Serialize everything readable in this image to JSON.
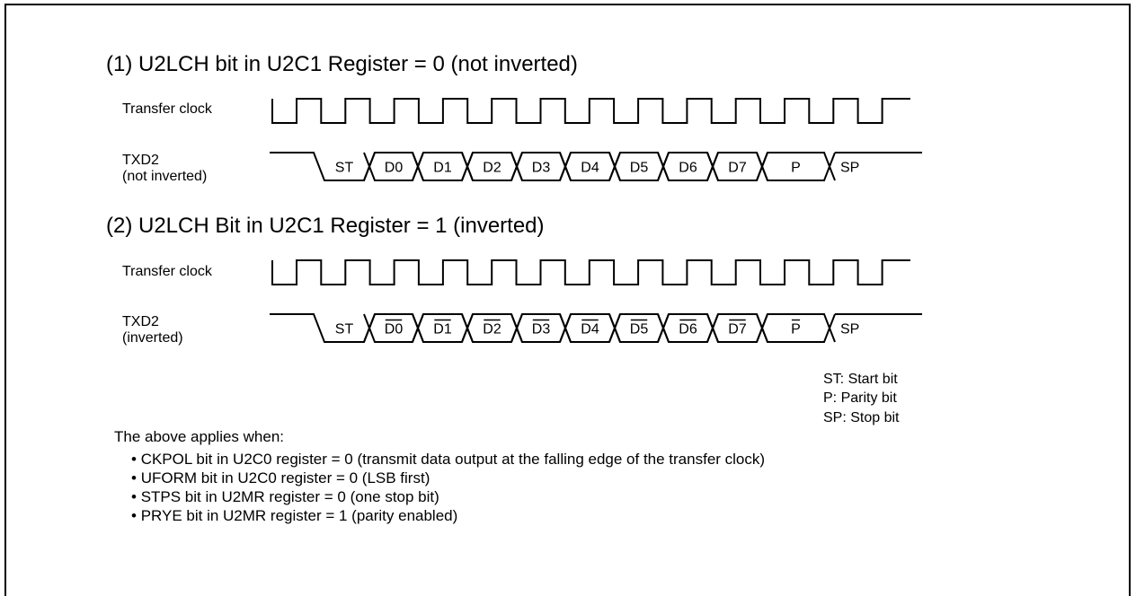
{
  "section1": {
    "heading": "(1) U2LCH bit in U2C1 Register = 0 (not inverted)",
    "clock_label": "Transfer clock",
    "data_label_line1": "TXD2",
    "data_label_line2": "(not inverted)",
    "bits": [
      "ST",
      "D0",
      "D1",
      "D2",
      "D3",
      "D4",
      "D5",
      "D6",
      "D7",
      "P",
      "SP"
    ]
  },
  "section2": {
    "heading": "(2) U2LCH Bit in U2C1 Register = 1 (inverted)",
    "clock_label": "Transfer clock",
    "data_label_line1": "TXD2",
    "data_label_line2": "(inverted)",
    "bits": [
      "ST",
      "D0",
      "D1",
      "D2",
      "D3",
      "D4",
      "D5",
      "D6",
      "D7",
      "P",
      "SP"
    ],
    "overlined_bits": [
      "D0",
      "D1",
      "D2",
      "D3",
      "D4",
      "D5",
      "D6",
      "D7",
      "P"
    ]
  },
  "legend": {
    "items": [
      "ST: Start bit",
      "P: Parity bit",
      "SP: Stop bit"
    ]
  },
  "conditions": {
    "intro": "The above applies when:",
    "items": [
      "CKPOL bit in U2C0 register = 0 (transmit data output at the falling edge of the transfer clock)",
      "UFORM bit in U2C0 register = 0 (LSB first)",
      "STPS bit in U2MR register = 0 (one stop bit)",
      "PRYE bit in U2MR register = 1 (parity enabled)"
    ]
  }
}
